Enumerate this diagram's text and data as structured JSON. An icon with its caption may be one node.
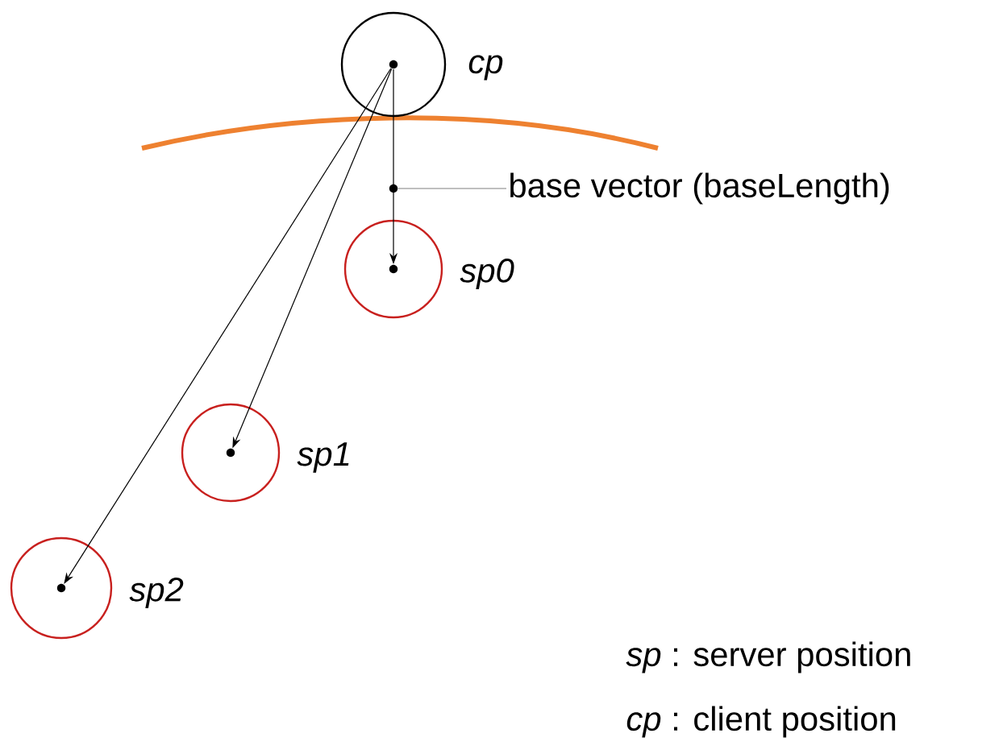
{
  "diagram": {
    "nodes": [
      {
        "text": [],
        "shape": "circle",
        "beside": [
          "cp"
        ]
      },
      {
        "text": [],
        "shape": "circle",
        "beside": [
          "sp0"
        ]
      },
      {
        "text": [],
        "shape": "circle",
        "beside": [
          "sp1"
        ]
      },
      {
        "text": [],
        "shape": "circle",
        "beside": [
          "sp2"
        ]
      },
      {
        "text": [
          "base vector (baseLength)"
        ]
      },
      {
        "text": [],
        "shape": "circle"
      }
    ],
    "edges": [
      {
        "from": 0,
        "to": 1,
        "arrow": "to"
      },
      {
        "from": 0,
        "to": 2,
        "arrow": "to"
      },
      {
        "from": 0,
        "to": 3,
        "arrow": "to"
      },
      {
        "from": 4,
        "to": 5,
        "arrow": "none",
        "color": "#808080"
      }
    ],
    "labels": [
      "*sp* : server position",
      "*cp* : client position"
    ]
  }
}
